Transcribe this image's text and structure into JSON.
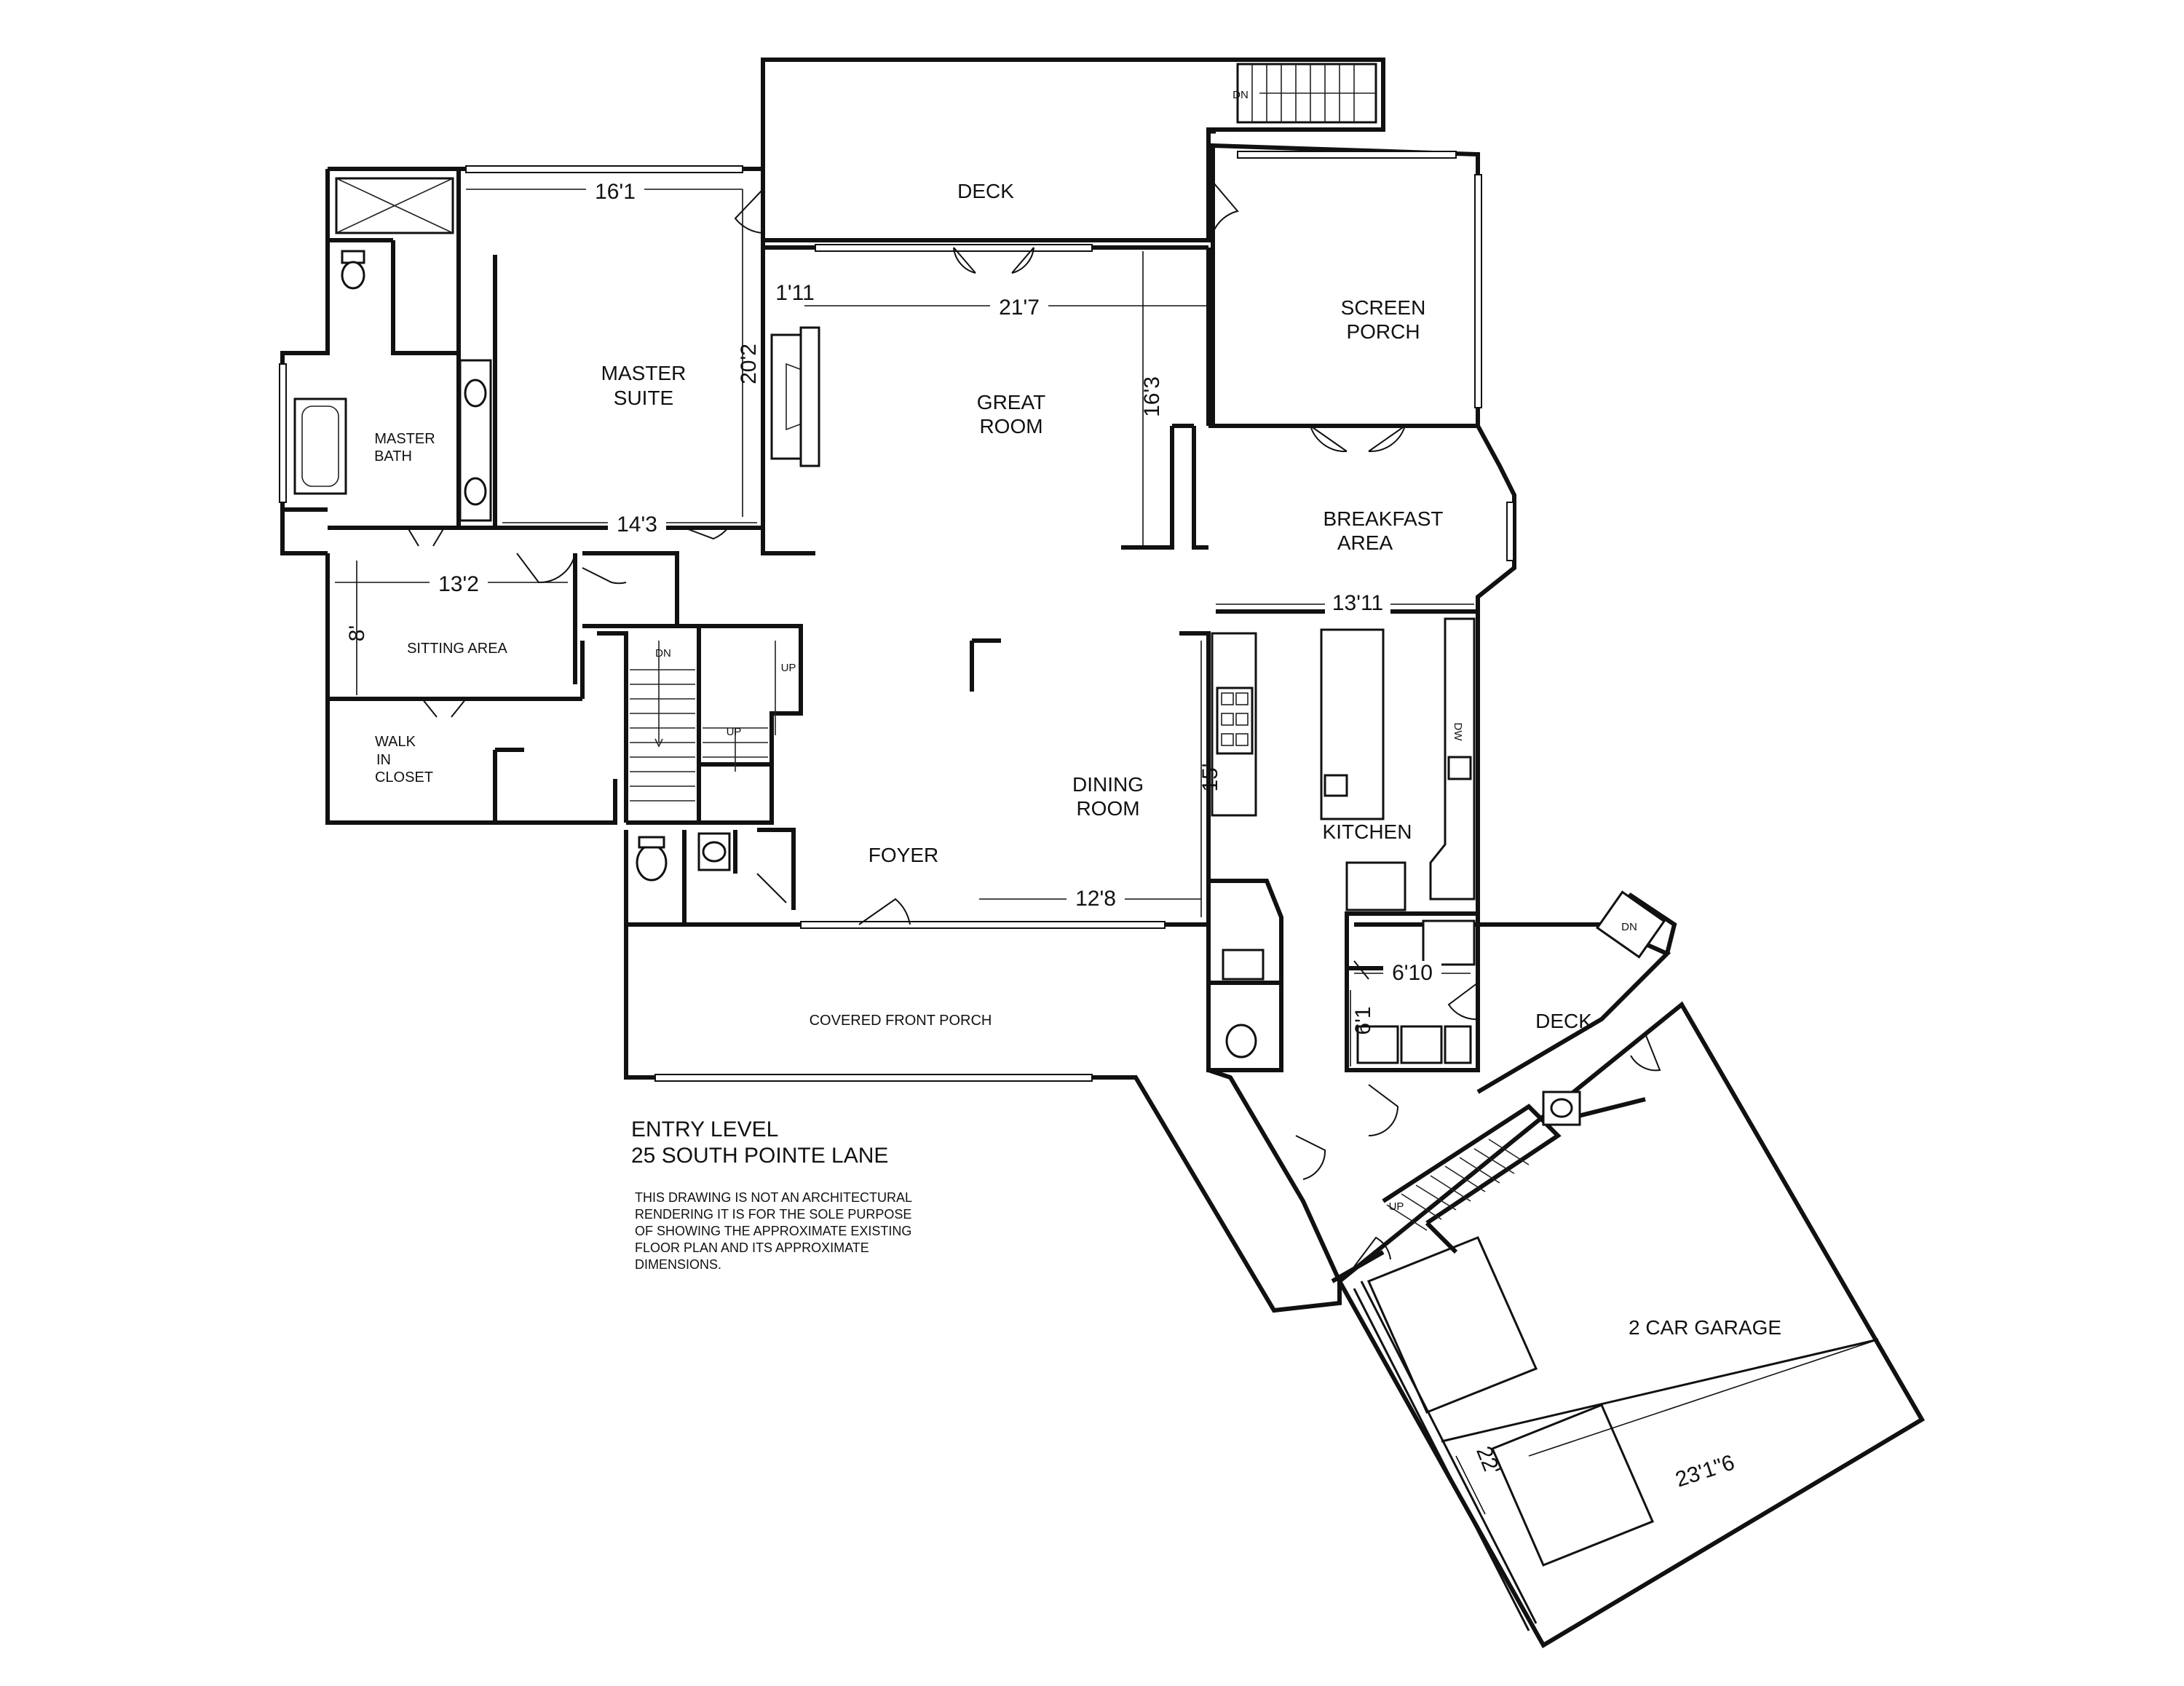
{
  "rooms": {
    "deck_top": "DECK",
    "screen_porch": [
      "SCREEN",
      "PORCH"
    ],
    "master_suite": [
      "MASTER",
      "SUITE"
    ],
    "great_room": [
      "GREAT",
      "ROOM"
    ],
    "master_bath": [
      "MASTER",
      "BATH"
    ],
    "breakfast_area": [
      "BREAKFAST",
      "AREA"
    ],
    "sitting_area": "SITTING AREA",
    "walk_in_closet": [
      "WALK",
      "IN",
      "CLOSET"
    ],
    "dining_room": [
      "DINING",
      "ROOM"
    ],
    "kitchen": "KITCHEN",
    "foyer": "FOYER",
    "covered_front_porch": "COVERED FRONT PORCH",
    "deck_right": "DECK",
    "garage": "2 CAR GARAGE"
  },
  "dimensions": {
    "master_suite_width": "16'1",
    "great_room_width": "21'7",
    "great_room_offset": "1'11",
    "master_suite_depth": "20'2",
    "great_room_depth": "16'3",
    "master_suite_bottom": "14'3",
    "sitting_width": "13'2",
    "sitting_depth": "8'",
    "breakfast_width": "13'11",
    "dining_depth": "15'",
    "dining_width": "12'8",
    "laundry_width": "6'10",
    "laundry_depth": "6'1",
    "garage_depth": "22'",
    "garage_width": "23'1\"6"
  },
  "labels": {
    "stair_dn_top": "DN",
    "stair_dn_main": "DN",
    "stair_up_main": "UP",
    "stair_up_main2": "UP",
    "stair_dn_deck": "DN",
    "stair_up_garage": "UP",
    "dishwasher": "DW"
  },
  "title": {
    "line1": "ENTRY LEVEL",
    "line2": "25 SOUTH POINTE LANE"
  },
  "disclaimer": [
    "THIS DRAWING IS NOT AN ARCHITECTURAL",
    "RENDERING IT IS FOR THE SOLE PURPOSE",
    "OF SHOWING THE APPROXIMATE EXISTING",
    "FLOOR PLAN AND ITS APPROXIMATE",
    "DIMENSIONS."
  ]
}
